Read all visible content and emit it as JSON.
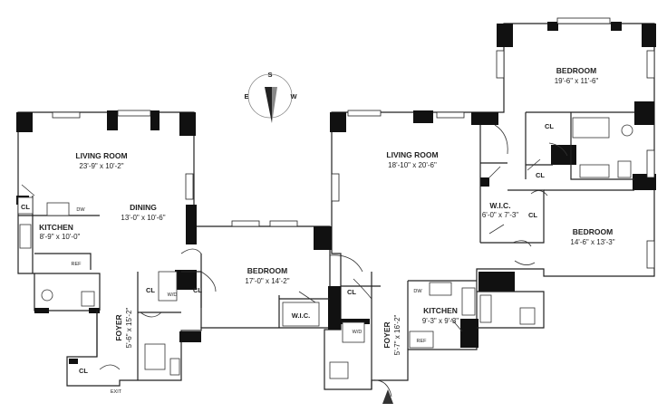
{
  "compass": {
    "north_label": "S",
    "east_label": "W",
    "west_label": "E"
  },
  "rooms": {
    "living_left": {
      "name": "LIVING ROOM",
      "dims": "23'-9\" x 10'-2\""
    },
    "dining": {
      "name": "DINING",
      "dims": "13'-0\" x 10'-6\""
    },
    "kitchen_left": {
      "name": "KITCHEN",
      "dims": "8'-9\" x 10'-0\""
    },
    "bedroom_middle": {
      "name": "BEDROOM",
      "dims": "17'-0\" x 14'-2\""
    },
    "foyer_left": {
      "name": "FOYER",
      "dims": "5'-6\" x 15'-2\""
    },
    "living_right": {
      "name": "LIVING ROOM",
      "dims": "18'-10\" x 20'-6\""
    },
    "bedroom_top_right": {
      "name": "BEDROOM",
      "dims": "19'-6\" x 11'-6\""
    },
    "wic_right": {
      "name": "W.I.C.",
      "dims": "6'-0\" x 7'-3\""
    },
    "bedroom_right": {
      "name": "BEDROOM",
      "dims": "14'-6\" x 13'-3\""
    },
    "kitchen_right": {
      "name": "KITCHEN",
      "dims": "9'-3\" x 9'-3\""
    },
    "foyer_right": {
      "name": "FOYER",
      "dims": "5'-7\" x 16'-2\""
    }
  },
  "labels": {
    "cl": "CL",
    "dw": "DW",
    "ref": "REF",
    "wd": "W/D",
    "wic": "W.I.C.",
    "exit": "EXIT"
  }
}
